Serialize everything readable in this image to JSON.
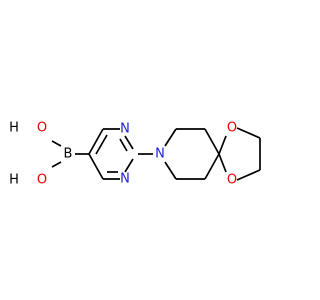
{
  "molecule": {
    "colors": {
      "carbon_bond": "#000000",
      "boron": "#000000",
      "oxygen": "#e80000",
      "nitrogen": "#1f1fd9",
      "hydroxyl_h": "#000000"
    },
    "labels": {
      "oh_top_o": "O",
      "oh_top_h": "H",
      "oh_bottom_o": "O",
      "oh_bottom_h": "H",
      "boron": "B",
      "pyrimidine_n_top": "N",
      "pyrimidine_n_bottom": "N",
      "piperidine_n": "N",
      "dioxolane_o_top": "O",
      "dioxolane_o_bottom": "O"
    }
  }
}
